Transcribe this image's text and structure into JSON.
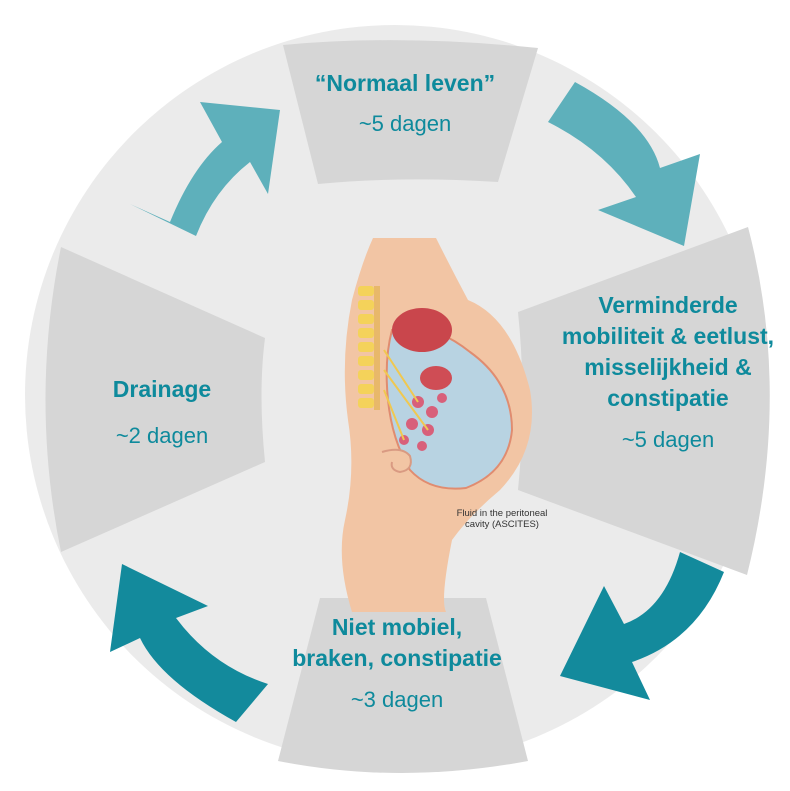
{
  "colors": {
    "ring": "#ebebeb",
    "segment": "#d6d6d6",
    "arrow_light": "#5eb0bb",
    "arrow_dark": "#138a9c",
    "text": "#0e8a9c"
  },
  "cycle": {
    "top": {
      "title": "“Normaal leven”",
      "duration": "~5 dagen"
    },
    "right": {
      "title": "Verminderde mobiliteit & eetlust, misselijkheid & constipatie",
      "duration": "~5 dagen"
    },
    "bottom": {
      "title": "Niet mobiel, braken, constipatie",
      "duration": "~3 dagen"
    },
    "left": {
      "title": "Drainage",
      "duration": "~2 dagen"
    }
  },
  "illustration": {
    "caption": "Fluid in the peritoneal cavity (ASCITES)"
  },
  "arrows": [
    {
      "name": "arrow-top-right",
      "direction": "clockwise"
    },
    {
      "name": "arrow-bottom-right",
      "direction": "clockwise"
    },
    {
      "name": "arrow-bottom-left",
      "direction": "clockwise"
    },
    {
      "name": "arrow-top-left",
      "direction": "clockwise"
    }
  ]
}
